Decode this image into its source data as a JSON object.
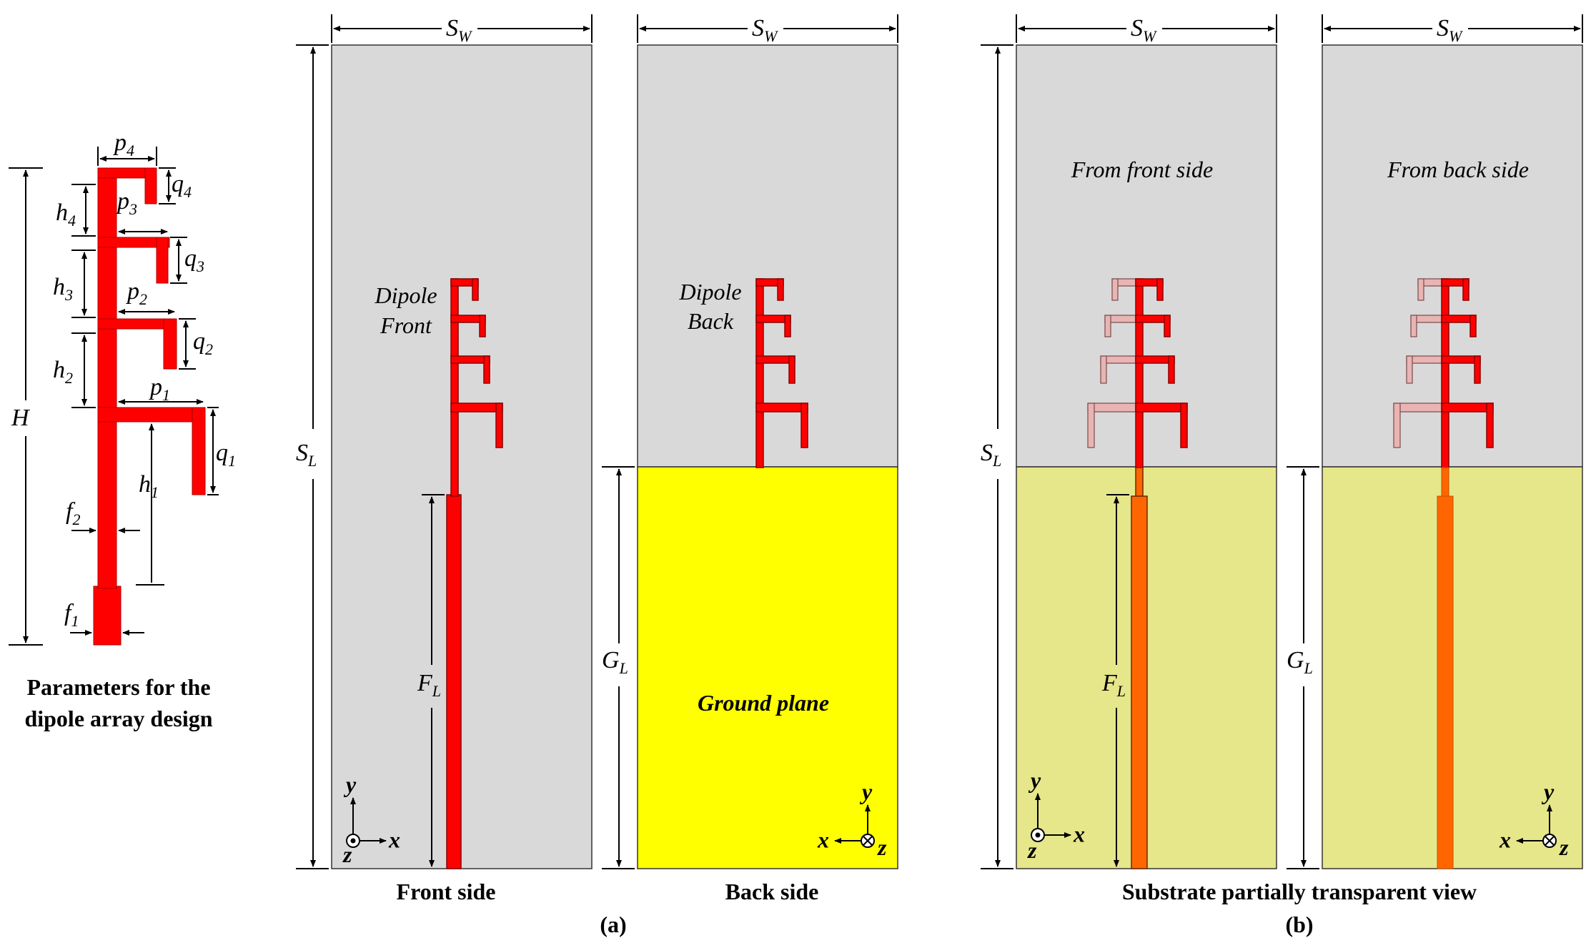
{
  "colors": {
    "substrate": "#d9d9d9",
    "ground": "#ffff00",
    "ground_transparent": "#e6e68a",
    "copper": "#ff0000",
    "copper_back_faded": "#e8b4b4",
    "feed_transparent": "#ff6600"
  },
  "left_panel": {
    "caption_line1": "Parameters for the",
    "caption_line2": "dipole array design",
    "labels": {
      "H": "H",
      "p4": "p",
      "p4_sub": "4",
      "q4": "q",
      "q4_sub": "4",
      "p3": "p",
      "p3_sub": "3",
      "q3": "q",
      "q3_sub": "3",
      "p2": "p",
      "p2_sub": "2",
      "q2": "q",
      "q2_sub": "2",
      "p1": "p",
      "p1_sub": "1",
      "q1": "q",
      "q1_sub": "1",
      "h4": "h",
      "h4_sub": "4",
      "h3": "h",
      "h3_sub": "3",
      "h2": "h",
      "h2_sub": "2",
      "h1": "h",
      "h1_sub": "1",
      "f2": "f",
      "f2_sub": "2",
      "f1": "f",
      "f1_sub": "1"
    }
  },
  "panel_a": {
    "front": {
      "SW": "S",
      "SW_sub": "W",
      "SL": "S",
      "SL_sub": "L",
      "FL": "F",
      "FL_sub": "L",
      "dipole_line1": "Dipole",
      "dipole_line2": "Front",
      "caption": "Front side",
      "axis_y": "y",
      "axis_x": "x",
      "axis_z": "z"
    },
    "back": {
      "SW": "S",
      "SW_sub": "W",
      "GL": "G",
      "GL_sub": "L",
      "dipole_line1": "Dipole",
      "dipole_line2": "Back",
      "ground": "Ground plane",
      "caption": "Back side",
      "axis_y": "y",
      "axis_x": "x",
      "axis_z": "z"
    },
    "label": "(a)"
  },
  "panel_b": {
    "front": {
      "SW": "S",
      "SW_sub": "W",
      "SL": "S",
      "SL_sub": "L",
      "FL": "F",
      "FL_sub": "L",
      "view": "From front side",
      "axis_y": "y",
      "axis_x": "x",
      "axis_z": "z"
    },
    "back": {
      "SW": "S",
      "SW_sub": "W",
      "GL": "G",
      "GL_sub": "L",
      "view": "From back side",
      "axis_y": "y",
      "axis_x": "x",
      "axis_z": "z"
    },
    "caption": "Substrate partially transparent view",
    "label": "(b)"
  }
}
